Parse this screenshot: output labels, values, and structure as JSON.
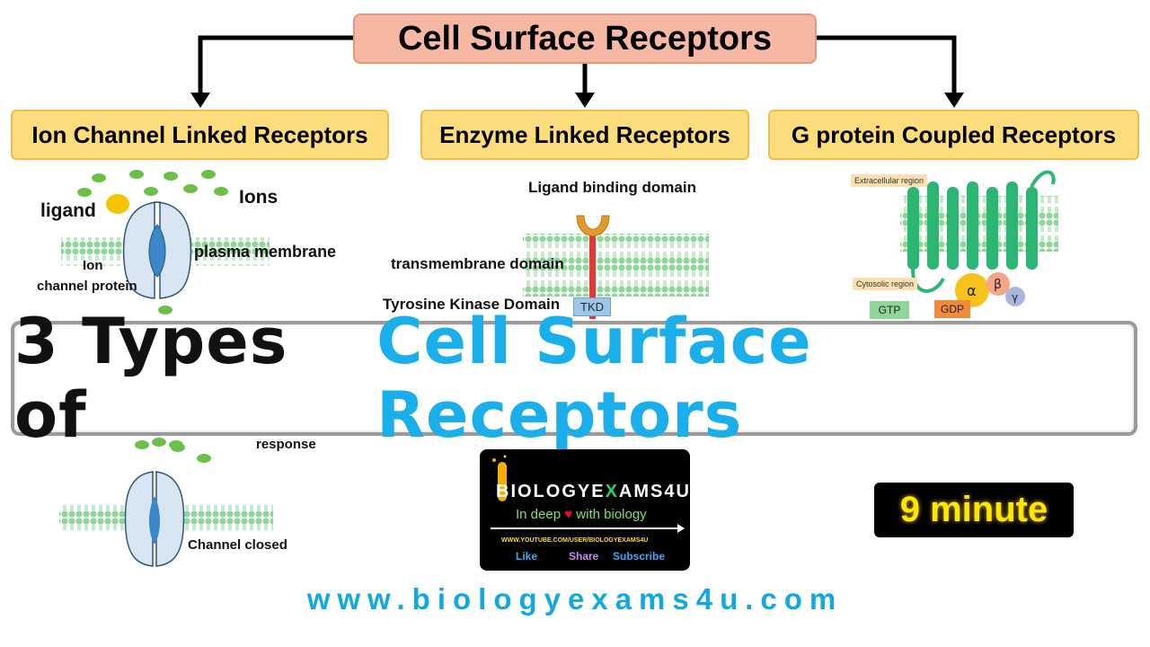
{
  "title": "Cell Surface Receptors",
  "categories": [
    {
      "label": "Ion Channel Linked Receptors"
    },
    {
      "label": "Enzyme Linked Receptors"
    },
    {
      "label": "G protein Coupled Receptors"
    }
  ],
  "ion_channel": {
    "ligand": "ligand",
    "ions": "Ions",
    "plasma_membrane": "plasma membrane",
    "ion": "Ion",
    "channel_protein": "channel protein",
    "response": "response",
    "channel_closed": "Channel closed"
  },
  "enzyme": {
    "ligand_binding_domain": "Ligand binding domain",
    "transmembrane_domain": "transmembrane domain",
    "tyrosine_kinase_domain": "Tyrosine Kinase Domain",
    "tkd": "TKD"
  },
  "gpcr": {
    "extracellular": "Extracellular region",
    "cytosolic": "Cytosolic region",
    "gtp": "GTP",
    "gdp": "GDP",
    "alpha": "α",
    "beta": "β",
    "gamma": "γ"
  },
  "banner": {
    "prefix": "3 Types of",
    "highlight": "Cell Surface Receptors"
  },
  "logo": {
    "brand_left": "BIOLOGYE",
    "brand_x": "X",
    "brand_right": "AMS4U",
    "tagline_a": "In deep",
    "tagline_b": "with biology",
    "url": "WWW.YOUTUBE.COM/USER/BIOLOGYEXAMS4U",
    "like": "Like",
    "share": "Share",
    "subscribe": "Subscribe"
  },
  "duration": "9 minute",
  "website": "www.biologyexams4u.com",
  "colors": {
    "title_bg": "#f6b8a3",
    "category_bg": "#fddd7b",
    "banner_highlight": "#1aaeea",
    "membrane": "#7fd18a",
    "receptor_red": "#e53935",
    "gpcr_green": "#2bb673",
    "duration_text": "#ffe600"
  }
}
